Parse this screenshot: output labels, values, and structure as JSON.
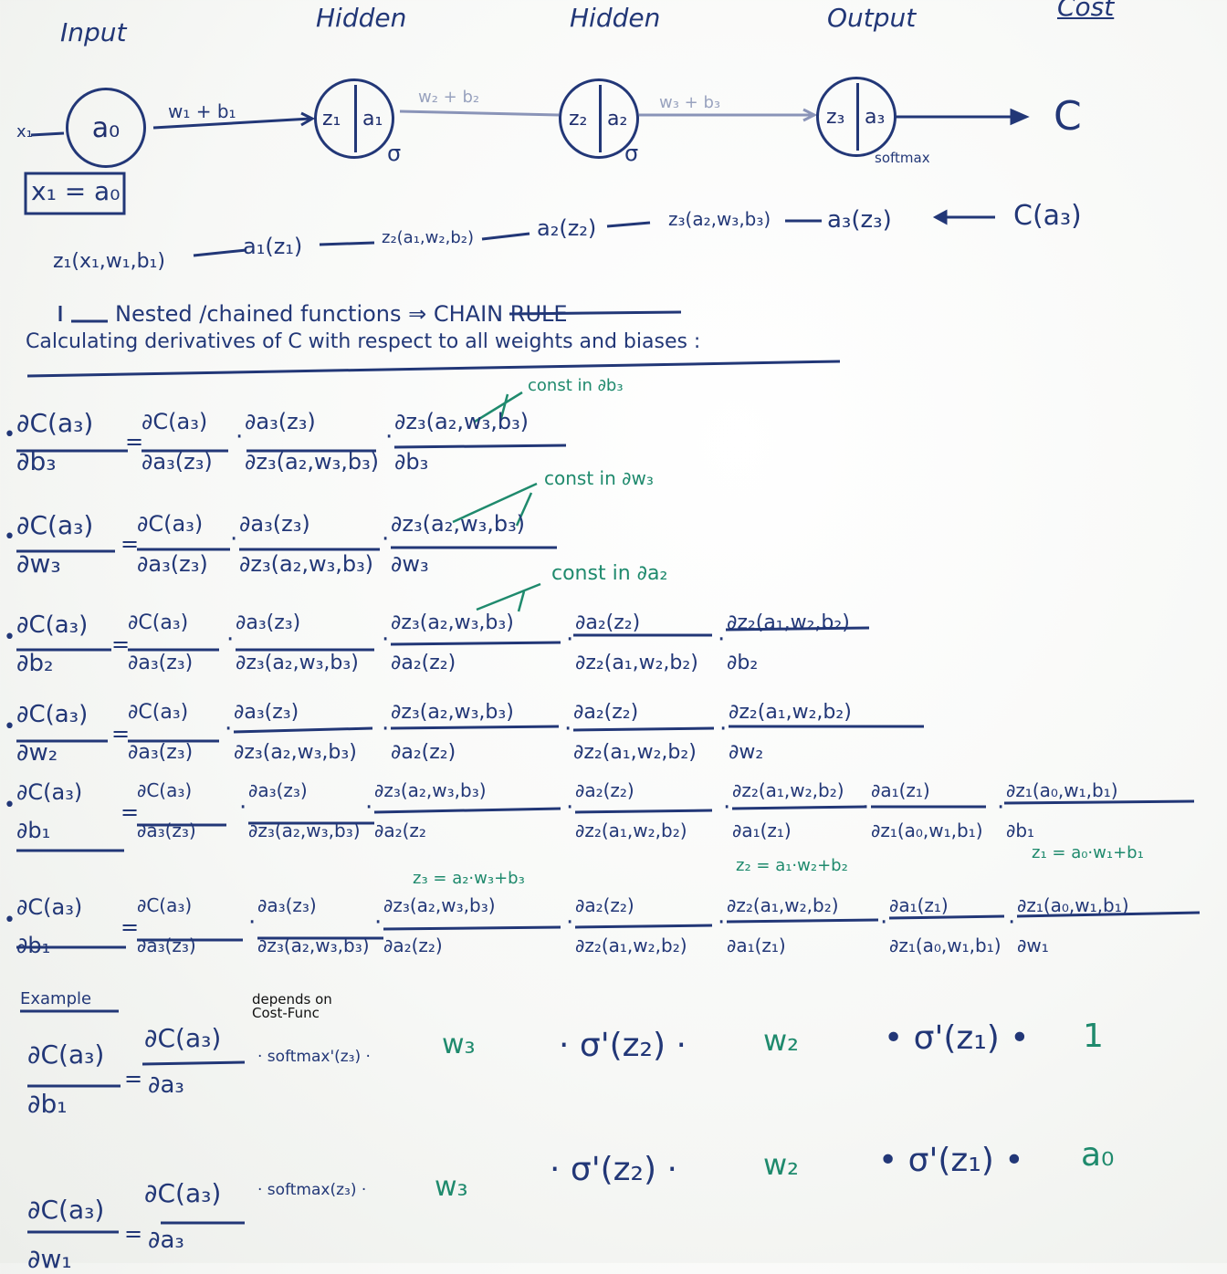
{
  "network": {
    "headers": [
      "Input",
      "Hidden",
      "Hidden",
      "Output",
      "Cost"
    ],
    "input_node": "a₀",
    "input_x": "x₁",
    "x_def": "x₁ = a₀",
    "hidden1": {
      "z": "z₁",
      "a": "a₁",
      "act": "σ"
    },
    "hidden2": {
      "z": "z₂",
      "a": "a₂",
      "act": "σ"
    },
    "output": {
      "z": "z₃",
      "a": "a₃",
      "act": "softmax"
    },
    "edge1": "w₁ + b₁",
    "edge2": "w₂ + b₂",
    "edge3": "w₃ + b₃",
    "cost": "C"
  },
  "chain": {
    "items": [
      "z₁(x₁,w₁,b₁)",
      "a₁(z₁)",
      "z₂(a₁,w₂,b₂)",
      "a₂(z₂)",
      "z₃(a₂,w₃,b₃)",
      "a₃(z₃)",
      "C(a₃)"
    ]
  },
  "nested_note": "Nested /chained functions ⇒ CHAIN RULE",
  "calc_heading": "Calculating derivatives of C with respect to all weights and biases :",
  "green_notes": [
    "const in ∂b₃",
    "const in ∂w₃",
    "const in ∂a₂",
    "z₃ = a₂·w₃+b₃",
    "z₂ = a₁·w₂+b₂",
    "z₁ = a₀·w₁+b₁",
    "depends on Cost-Func"
  ],
  "eq1": {
    "lhs": [
      "∂C(a₃)",
      "∂b₃"
    ],
    "f": [
      [
        "∂C(a₃)",
        "∂a₃(z₃)"
      ],
      [
        "∂a₃(z₃)",
        "∂z₃(a₂,w₃,b₃)"
      ],
      [
        "∂z₃(a₂,w₃,b₃)",
        "∂b₃"
      ]
    ]
  },
  "eq2": {
    "lhs": [
      "∂C(a₃)",
      "∂w₃"
    ],
    "f": [
      [
        "∂C(a₃)",
        "∂a₃(z₃)"
      ],
      [
        "∂a₃(z₃)",
        "∂z₃(a₂,w₃,b₃)"
      ],
      [
        "∂z₃(a₂,w₃,b₃)",
        "∂w₃"
      ]
    ]
  },
  "eq3": {
    "lhs": [
      "∂C(a₃)",
      "∂b₂"
    ],
    "f": [
      [
        "∂C(a₃)",
        "∂a₃(z₃)"
      ],
      [
        "∂a₃(z₃)",
        "∂z₃(a₂,w₃,b₃)"
      ],
      [
        "∂z₃(a₂,w₃,b₃)",
        "∂a₂(z₂)"
      ],
      [
        "∂a₂(z₂)",
        "∂z₂(a₁,w₂,b₂)"
      ],
      [
        "∂z₂(a₁,w₂,b₂)",
        "∂b₂"
      ]
    ]
  },
  "eq4": {
    "lhs": [
      "∂C(a₃)",
      "∂w₂"
    ],
    "f": [
      [
        "∂C(a₃)",
        "∂a₃(z₃)"
      ],
      [
        "∂a₃(z₃)",
        "∂z₃(a₂,w₃,b₃)"
      ],
      [
        "∂z₃(a₂,w₃,b₃)",
        "∂a₂(z₂)"
      ],
      [
        "∂a₂(z₂)",
        "∂z₂(a₁,w₂,b₂)"
      ],
      [
        "∂z₂(a₁,w₂,b₂)",
        "∂w₂"
      ]
    ]
  },
  "eq5": {
    "lhs": [
      "∂C(a₃)",
      "∂b₁"
    ],
    "f": [
      [
        "∂C(a₃)",
        "∂a₃(z₃)"
      ],
      [
        "∂a₃(z₃)",
        "∂z₃(a₂,w₃,b₃)"
      ],
      [
        "∂z₃(a₂,w₃,b₃)",
        "∂a₂(z₂"
      ],
      [
        "∂a₂(z₂)",
        "∂z₂(a₁,w₂,b₂)"
      ],
      [
        "∂z₂(a₁,w₂,b₂)",
        "∂a₁(z₁)"
      ],
      [
        "∂a₁(z₁)",
        "∂z₁(a₀,w₁,b₁)"
      ],
      [
        "∂z₁(a₀,w₁,b₁)",
        "∂b₁"
      ]
    ]
  },
  "eq6": {
    "lhs": [
      "∂C(a₃)",
      "∂b₁"
    ],
    "f": [
      [
        "∂C(a₃)",
        "∂a₃(z₃)"
      ],
      [
        "∂a₃(z₃)",
        "∂z₃(a₂,w₃,b₃)"
      ],
      [
        "∂z₃(a₂,w₃,b₃)",
        "∂a₂(z₂)"
      ],
      [
        "∂a₂(z₂)",
        "∂z₂(a₁,w₂,b₂)"
      ],
      [
        "∂z₂(a₁,w₂,b₂)",
        "∂a₁(z₁)"
      ],
      [
        "∂a₁(z₁)",
        "∂z₁(a₀,w₁,b₁)"
      ],
      [
        "∂z₁(a₀,w₁,b₁)",
        "∂w₁"
      ]
    ]
  },
  "example_label": "Example",
  "ex1": {
    "lhs": [
      "∂C(a₃)",
      "∂b₁"
    ],
    "f1": [
      "∂C(a₃)",
      "∂a₃"
    ],
    "rest": [
      "· softmax'(z₃) ·",
      "w₃",
      "· σ'(z₂) ·",
      "w₂",
      "• σ'(z₁) •",
      "1"
    ]
  },
  "ex2": {
    "lhs": [
      "∂C(a₃)",
      "∂w₁"
    ],
    "f1": [
      "∂C(a₃)",
      "∂a₃"
    ],
    "rest": [
      "· softmax(z₃) ·",
      "w₃",
      "· σ'(z₂) ·",
      "w₂",
      "• σ'(z₁) •",
      "a₀"
    ]
  }
}
